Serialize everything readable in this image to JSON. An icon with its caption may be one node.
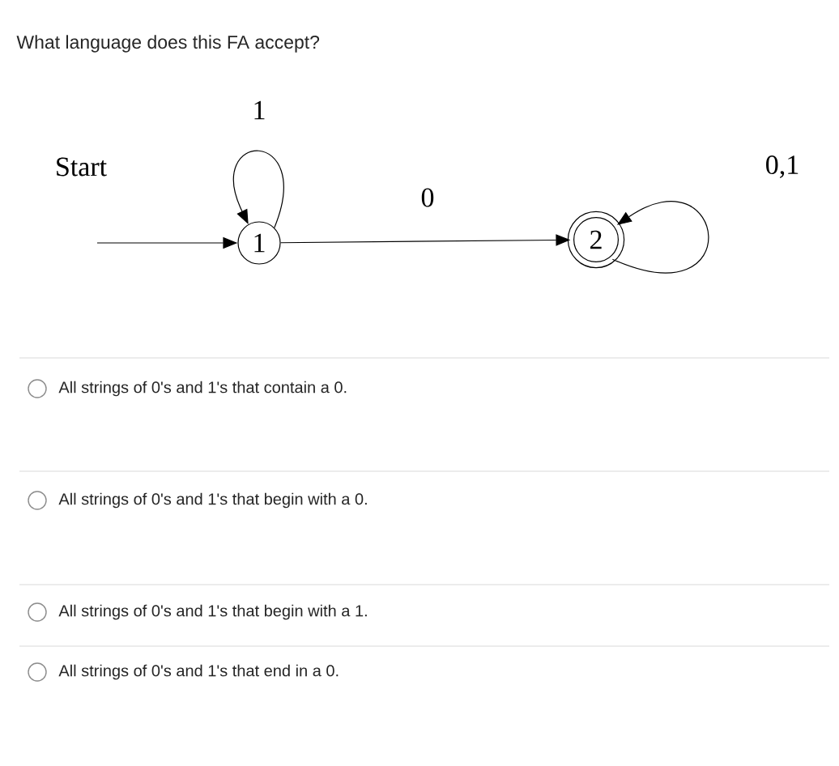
{
  "diagram": {
    "title": "What language does this FA accept?",
    "nodes": [
      {
        "text": [
          "1"
        ]
      },
      {
        "text": [
          "2"
        ]
      }
    ],
    "edges": [
      {
        "from": null,
        "to": 0,
        "arrow": "to",
        "label": "Start"
      },
      {
        "from": 0,
        "to": 0,
        "arrow": "to",
        "label": "1"
      },
      {
        "from": 0,
        "to": 1,
        "arrow": "to",
        "label": "0"
      },
      {
        "from": 1,
        "to": 1,
        "arrow": "to",
        "label": "0,1"
      }
    ],
    "labels": [
      "All strings of 0's and 1's that contain a 0.",
      "All strings of 0's and 1's that begin with a 0.",
      "All strings of 0's and 1's that begin with a 1.",
      "All strings of 0's and 1's that end in a 0."
    ]
  }
}
